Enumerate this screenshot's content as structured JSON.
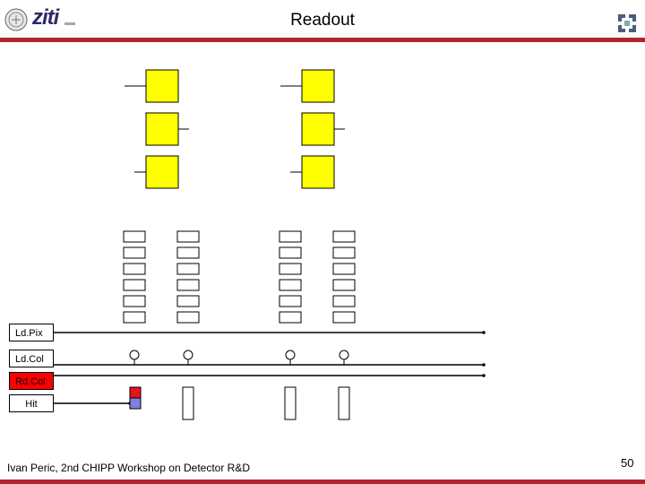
{
  "slide": {
    "title": "Readout",
    "footer": "Ivan Peric, 2nd CHIPP Workshop on Detector R&D",
    "page_number": "50"
  },
  "logos": {
    "left_text": "ziti",
    "right_icon": "university-seal-icon"
  },
  "signals": {
    "ld_pix": "Ld.Pix",
    "ld_col": "Ld.Col",
    "rd_col": "Rd.Col",
    "hit": "Hit"
  },
  "colors": {
    "accent_bar": "#b0252b",
    "pixel_fill": "#ffff00",
    "rdcol_fill": "#ff0000",
    "hit_red": "#e8141b",
    "hit_blue": "#8080e0"
  }
}
